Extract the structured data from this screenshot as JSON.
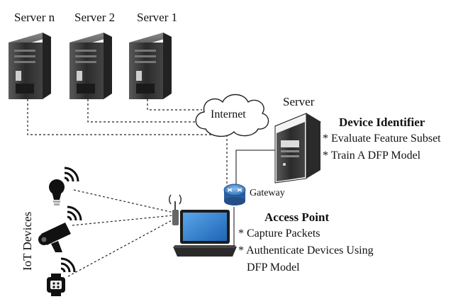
{
  "servers": [
    {
      "label": "Server n"
    },
    {
      "label": "Server 2"
    },
    {
      "label": "Server 1"
    }
  ],
  "internet": {
    "label": "Internet"
  },
  "server": {
    "label": "Server"
  },
  "device_identifier": {
    "title": "Device Identifier",
    "items": [
      "* Evaluate Feature Subset",
      "* Train A DFP Model"
    ]
  },
  "gateway": {
    "label": "Gateway"
  },
  "access_point": {
    "title": "Access Point",
    "items": [
      "* Capture Packets",
      "* Authenticate Devices Using",
      "DFP Model"
    ]
  },
  "iot_devices": {
    "label": "IoT Devices"
  },
  "colors": {
    "server_body": "#3a3a3a",
    "router": "#4d8fd6",
    "screen": "#2f7fd0"
  }
}
